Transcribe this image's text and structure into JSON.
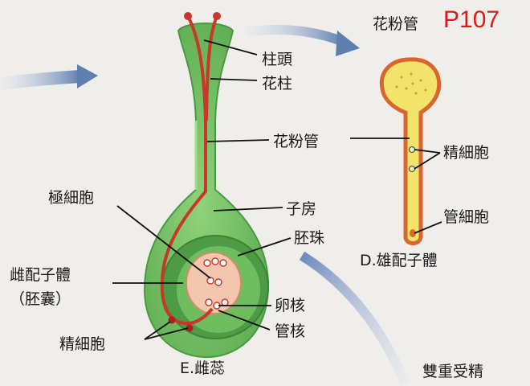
{
  "page_ref": "P107",
  "pistil": {
    "caption": "E.雌蕊",
    "labels": {
      "stigma": "柱頭",
      "style": "花柱",
      "pollen_tube": "花粉管",
      "ovary": "子房",
      "ovule": "胚珠",
      "polar_nuclei": "極細胞",
      "embryo_sac_line1": "雌配子體",
      "embryo_sac_line2": "（胚囊）",
      "egg_nucleus": "卵核",
      "tube_nucleus": "管核",
      "sperm_cells": "精細胞"
    }
  },
  "pollen_grain": {
    "title": "花粉管",
    "caption": "D.雄配子體",
    "labels": {
      "sperm_cells": "精細胞",
      "tube_cell": "管細胞"
    }
  },
  "footer_text": "雙重受精",
  "colors": {
    "pistil_green": "#7cc56a",
    "pistil_dark": "#4a9a44",
    "pollen_tube_red": "#c9362b",
    "pollen_yellow": "#f2e46a",
    "pollen_border": "#d9662e",
    "arrow_blue": "#5f7fb0",
    "page_ref_red": "#e01818"
  }
}
